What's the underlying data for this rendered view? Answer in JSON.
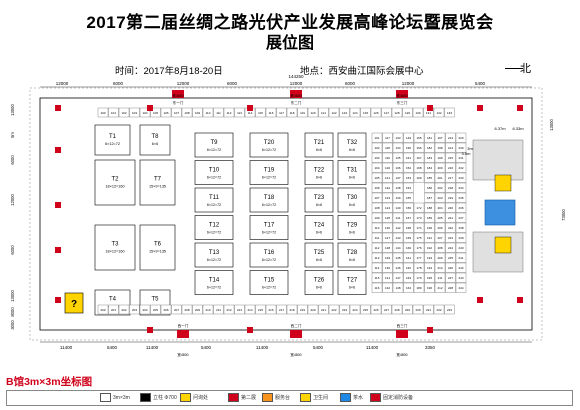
{
  "title_line1": "2017第二届丝绸之路光伏产业发展高峰论坛暨展览会",
  "title_line2": "展位图",
  "time_text": "时间：2017年8月18-20日",
  "place_text": "地点：西安曲江国际会展中心",
  "north_label": "北",
  "legend_title": "B馆3m×3m坐标图",
  "legend": [
    {
      "icon": "booth-icon",
      "color": "#ffffff",
      "label": "3m×3m"
    },
    {
      "icon": "column-icon",
      "color": "#000000",
      "label": "立柱 Φ700"
    },
    {
      "icon": "info-icon",
      "color": "#ffd400",
      "label": "问询处"
    },
    {
      "icon": "exit-icon",
      "color": "#d0021b",
      "label": "第二展"
    },
    {
      "icon": "service-icon",
      "color": "#f7941d",
      "label": "服务台"
    },
    {
      "icon": "toilet-icon",
      "color": "#ffd400",
      "label": "卫生间"
    },
    {
      "icon": "water-icon",
      "color": "#1e88e5",
      "label": "茶水"
    },
    {
      "icon": "fire-icon",
      "color": "#d0021b",
      "label": "固定消防设备"
    }
  ],
  "big_booths": [
    {
      "id": "T1",
      "spec": "6×12=72"
    },
    {
      "id": "T8",
      "spec": "6×6"
    },
    {
      "id": "T2",
      "spec": "18×12=160"
    },
    {
      "id": "T7",
      "spec": "15×9=135"
    },
    {
      "id": "T3",
      "spec": "18×12=160"
    },
    {
      "id": "T6",
      "spec": "15×9=135"
    },
    {
      "id": "T4",
      "spec": "6×12=72"
    },
    {
      "id": "T5",
      "spec": "6×6"
    },
    {
      "id": "T9",
      "spec": "6×12=72"
    },
    {
      "id": "T10",
      "spec": "6×12=72"
    },
    {
      "id": "T11",
      "spec": "6×12=72"
    },
    {
      "id": "T12",
      "spec": "6×12=72"
    },
    {
      "id": "T13",
      "spec": "6×12=72"
    },
    {
      "id": "T14",
      "spec": "6×12=72"
    },
    {
      "id": "T20",
      "spec": "6×12=72"
    },
    {
      "id": "T19",
      "spec": "6×12=72"
    },
    {
      "id": "T18",
      "spec": "6×12=72"
    },
    {
      "id": "T17",
      "spec": "6×12=72"
    },
    {
      "id": "T16",
      "spec": "6×12=72"
    },
    {
      "id": "T15",
      "spec": "6×12=72"
    },
    {
      "id": "T21",
      "spec": "6×6"
    },
    {
      "id": "T22",
      "spec": "6×6"
    },
    {
      "id": "T23",
      "spec": "6×6"
    },
    {
      "id": "T24",
      "spec": "6×6"
    },
    {
      "id": "T25",
      "spec": "6×6"
    },
    {
      "id": "T26",
      "spec": "6×6"
    },
    {
      "id": "T32",
      "spec": "6×6"
    },
    {
      "id": "T31",
      "spec": "6×6"
    },
    {
      "id": "T30",
      "spec": "6×6"
    },
    {
      "id": "T29",
      "spec": "6×6"
    },
    {
      "id": "T28",
      "spec": "6×6"
    },
    {
      "id": "T27",
      "spec": "6×6"
    }
  ],
  "top_dims": [
    "12000",
    "6000",
    "12000",
    "6000",
    "12000",
    "6000",
    "12000",
    "5400"
  ],
  "bottom_dims": [
    "11400",
    "5400",
    "11400",
    "5400",
    "11400",
    "5400",
    "11400",
    "3350"
  ],
  "left_dims": [
    "13000",
    "5m",
    "6000",
    "12000",
    "6000",
    "13000",
    "8000",
    "3000"
  ],
  "right_dims": [
    "13000",
    "73000"
  ],
  "overall_top": "144250",
  "exit_labels": [
    "东一门",
    "东二门",
    "东三门",
    "西一门",
    "西二门",
    "西三门"
  ],
  "door_labels": [
    "宽4800",
    "宽4800",
    "宽4800",
    "宽4800",
    "宽4800",
    "宽4800"
  ],
  "right_notes": [
    "6.37m",
    "6.33m",
    "3m",
    "3.5m"
  ]
}
